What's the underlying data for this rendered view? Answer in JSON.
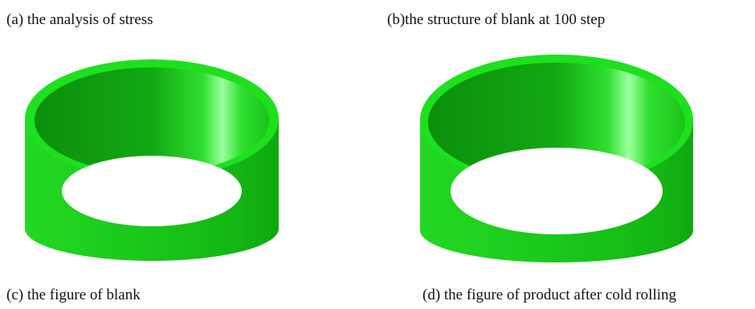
{
  "figure": {
    "panels": [
      {
        "id": "a",
        "caption": "(a) the analysis of stress"
      },
      {
        "id": "b",
        "caption": "(b)the structure of blank at 100 step"
      },
      {
        "id": "c",
        "caption": "(c) the figure of blank"
      },
      {
        "id": "d",
        "caption": "(d) the figure of product after cold rolling"
      }
    ],
    "colors": {
      "ring_green": "#1ee61e",
      "ring_dark": "#0fa30f",
      "ring_highlight": "#8cff8c",
      "background": "#ffffff"
    }
  }
}
